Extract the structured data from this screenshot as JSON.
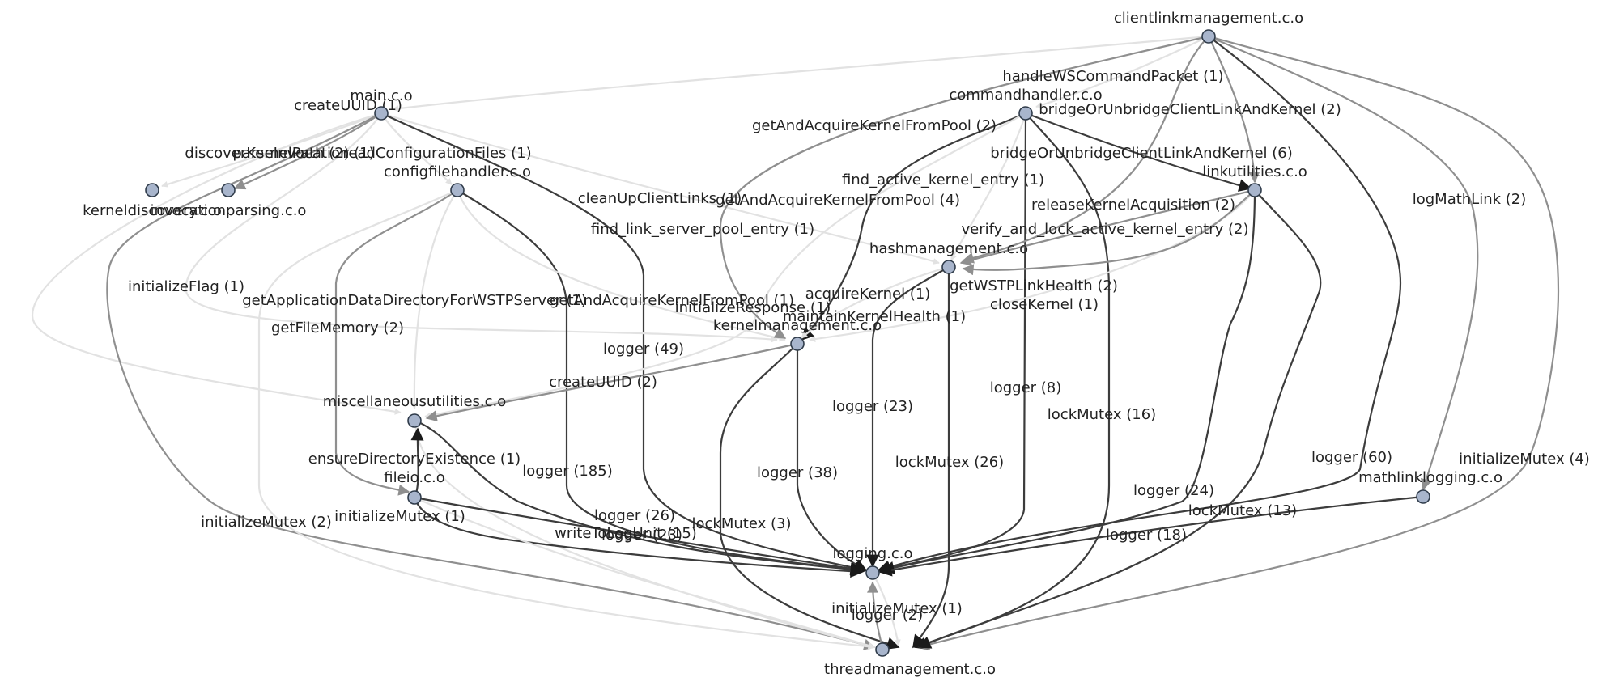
{
  "nodes": [
    {
      "id": "clientlink",
      "label": "clientlinkmanagement.c.o"
    },
    {
      "id": "main",
      "label": "main.c.o"
    },
    {
      "id": "commandhandler",
      "label": "commandhandler.c.o"
    },
    {
      "id": "kerneldiscovery",
      "label": "kerneldiscovery.c.o"
    },
    {
      "id": "invocationparsing",
      "label": "invocationparsing.c.o"
    },
    {
      "id": "configfilehandler",
      "label": "configfilehandler.c.o"
    },
    {
      "id": "linkutilities",
      "label": "linkutilities.c.o"
    },
    {
      "id": "hashmanagement",
      "label": "hashmanagement.c.o"
    },
    {
      "id": "kernelmanagement",
      "label": "kernelmanagement.c.o"
    },
    {
      "id": "miscutils",
      "label": "miscellaneousutilities.c.o"
    },
    {
      "id": "fileio",
      "label": "fileio.c.o"
    },
    {
      "id": "mathlinklogging",
      "label": "mathlinklogging.c.o"
    },
    {
      "id": "logging",
      "label": "logging.c.o"
    },
    {
      "id": "threadmanagement",
      "label": "threadmanagement.c.o"
    }
  ],
  "edge_labels": [
    {
      "id": "handleWSCommandPacket",
      "text": "handleWSCommandPacket (1)"
    },
    {
      "id": "createUUID_main",
      "text": "createUUID (1)"
    },
    {
      "id": "bridgeOrUnbridge2",
      "text": "bridgeOrUnbridgeClientLinkAndKernel (2)"
    },
    {
      "id": "getAndAcquireKernelFromPool2",
      "text": "getAndAcquireKernelFromPool (2)"
    },
    {
      "id": "discoverKernelPath",
      "text": "discoverKernelPath (2)"
    },
    {
      "id": "parseInvocation",
      "text": "parseInvocation (1)"
    },
    {
      "id": "readConfigurationFiles",
      "text": "readConfigurationFiles (1)"
    },
    {
      "id": "bridgeOrUnbridge6",
      "text": "bridgeOrUnbridgeClientLinkAndKernel (6)"
    },
    {
      "id": "find_active_kernel_entry",
      "text": "find_active_kernel_entry (1)"
    },
    {
      "id": "logMathLink",
      "text": "logMathLink (2)"
    },
    {
      "id": "cleanUpClientLinks",
      "text": "cleanUpClientLinks (1)"
    },
    {
      "id": "getAndAcquireKernelFromPool4",
      "text": "getAndAcquireKernelFromPool (4)"
    },
    {
      "id": "releaseKernelAcquisition",
      "text": "releaseKernelAcquisition (2)"
    },
    {
      "id": "find_link_server_pool_entry",
      "text": "find_link_server_pool_entry (1)"
    },
    {
      "id": "verify_and_lock",
      "text": "verify_and_lock_active_kernel_entry (2)"
    },
    {
      "id": "initializeFlag",
      "text": "initializeFlag (1)"
    },
    {
      "id": "getWSTPLinkHealth",
      "text": "getWSTPLinkHealth (2)"
    },
    {
      "id": "getAppDataDir",
      "text": "getApplicationDataDirectoryForWSTPServer (1)"
    },
    {
      "id": "getAndAcquireKernelFromPool1",
      "text": "getAndAcquireKernelFromPool (1)"
    },
    {
      "id": "acquireKernel",
      "text": "acquireKernel (1)"
    },
    {
      "id": "closeKernel",
      "text": "closeKernel (1)"
    },
    {
      "id": "initializeResponse",
      "text": "initializeResponse (1)"
    },
    {
      "id": "maintainKernelHealth",
      "text": "maintainKernelHealth (1)"
    },
    {
      "id": "getFileMemory",
      "text": "getFileMemory (2)"
    },
    {
      "id": "logger49",
      "text": "logger (49)"
    },
    {
      "id": "createUUID2",
      "text": "createUUID (2)"
    },
    {
      "id": "logger8",
      "text": "logger (8)"
    },
    {
      "id": "logger23_a",
      "text": "logger (23)"
    },
    {
      "id": "lockMutex16",
      "text": "lockMutex (16)"
    },
    {
      "id": "ensureDirectoryExistence",
      "text": "ensureDirectoryExistence (1)"
    },
    {
      "id": "logger185",
      "text": "logger (185)"
    },
    {
      "id": "logger38",
      "text": "logger (38)"
    },
    {
      "id": "lockMutex26",
      "text": "lockMutex (26)"
    },
    {
      "id": "logger60",
      "text": "logger (60)"
    },
    {
      "id": "initializeMutex4",
      "text": "initializeMutex (4)"
    },
    {
      "id": "logger24",
      "text": "logger (24)"
    },
    {
      "id": "initializeMutex1_fileio",
      "text": "initializeMutex (1)"
    },
    {
      "id": "initializeMutex2",
      "text": "initializeMutex (2)"
    },
    {
      "id": "logger26",
      "text": "logger (26)"
    },
    {
      "id": "lockMutex3",
      "text": "lockMutex (3)"
    },
    {
      "id": "lockMutex13",
      "text": "lockMutex (13)"
    },
    {
      "id": "writeToLogUnit",
      "text": "writeToLogUnit (15)"
    },
    {
      "id": "logger23_b",
      "text": "logger (23)"
    },
    {
      "id": "logger18",
      "text": "logger (18)"
    },
    {
      "id": "initializeMutex1_tm",
      "text": "initializeMutex (1)"
    },
    {
      "id": "logger2",
      "text": "logger (2)"
    }
  ],
  "colors": {
    "node_fill": "#a8b5cc",
    "node_stroke": "#2f3b4a",
    "edge_light": "#e2e2e2",
    "edge_mid": "#8f8f8f",
    "edge_dark": "#3c3c3c"
  }
}
